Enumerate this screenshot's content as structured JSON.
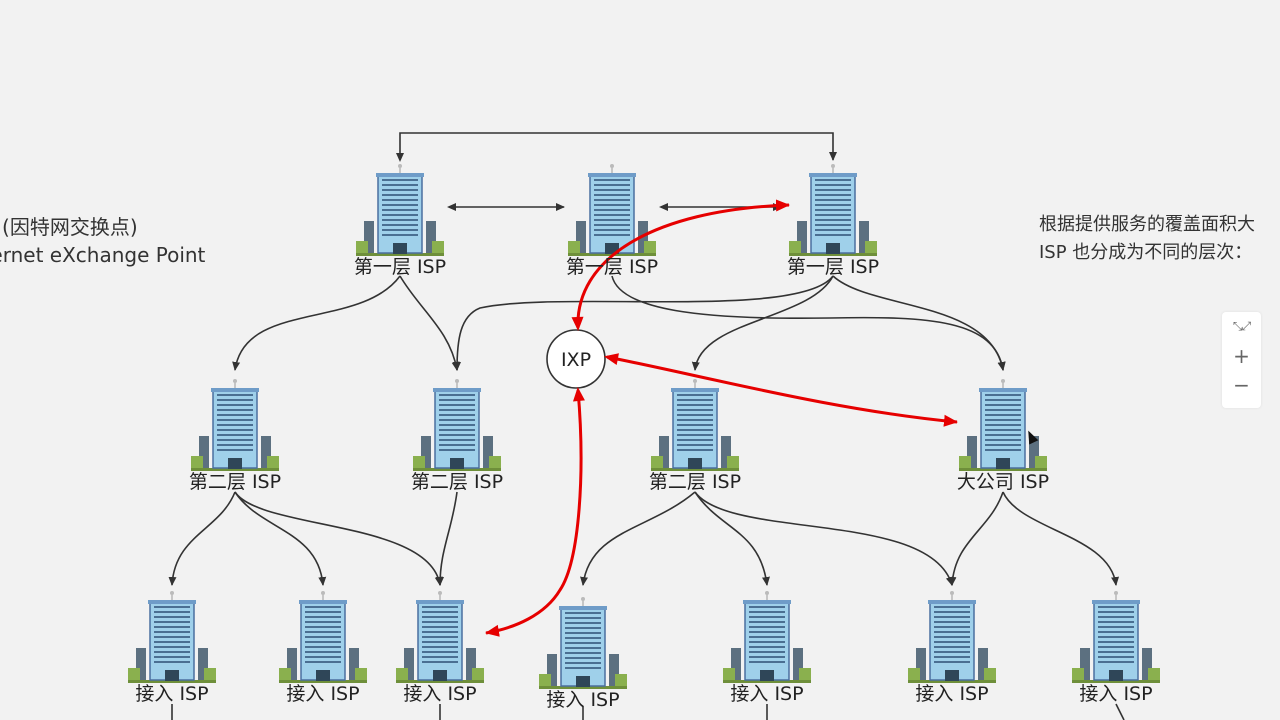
{
  "notes": {
    "left_line1": "IXP (因特网交换点)",
    "left_line2": "Internet eXchange Point",
    "right_line1": "根据提供服务的覆盖面积大",
    "right_line2": "ISP 也分成为不同的层次："
  },
  "ixp_label": "IXP",
  "nodes": [
    {
      "id": "t1a",
      "label": "第一层 ISP"
    },
    {
      "id": "t1b",
      "label": "第一层 ISP"
    },
    {
      "id": "t1c",
      "label": "第一层 ISP"
    },
    {
      "id": "t2a",
      "label": "第二层 ISP"
    },
    {
      "id": "t2b",
      "label": "第二层 ISP"
    },
    {
      "id": "t2c",
      "label": "第二层 ISP"
    },
    {
      "id": "big",
      "label": "大公司 ISP"
    },
    {
      "id": "a1",
      "label": "接入 ISP"
    },
    {
      "id": "a2",
      "label": "接入 ISP"
    },
    {
      "id": "a3",
      "label": "接入 ISP"
    },
    {
      "id": "a4",
      "label": "接入 ISP"
    },
    {
      "id": "a5",
      "label": "接入 ISP"
    },
    {
      "id": "a6",
      "label": "接入 ISP"
    },
    {
      "id": "a7",
      "label": "接入 ISP"
    }
  ],
  "zoom": {
    "fit_icon": "fit-icon",
    "plus": "+",
    "minus": "−"
  },
  "colors": {
    "background": "#f2f2f2",
    "arrow": "#333333",
    "highlight": "#e60000",
    "building": "#9fd0ea"
  }
}
